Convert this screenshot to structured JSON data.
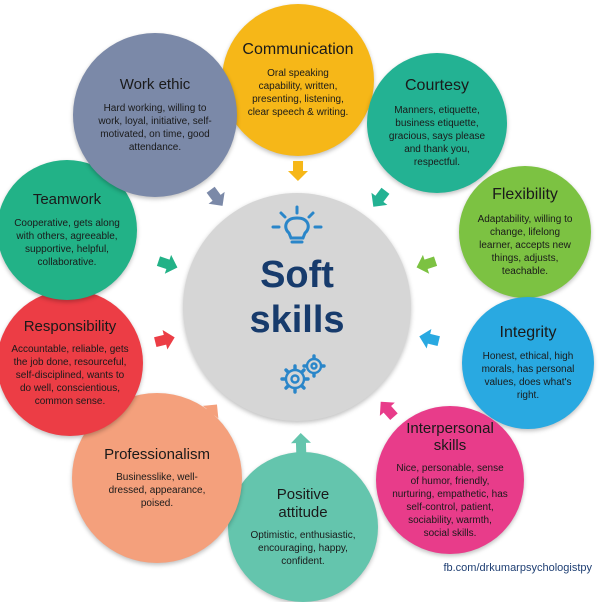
{
  "center": {
    "line1": "Soft",
    "line2": "skills",
    "icons": [
      "lightbulb-icon",
      "gears-icon"
    ],
    "color": "#d6d6d6",
    "text_color": "#173b6c",
    "icon_color": "#2a86c9"
  },
  "skills": [
    {
      "key": "communication",
      "title": "Communication",
      "lines": [
        "Oral speaking",
        "capability, written,",
        "presenting, listening,",
        "clear speech & writing."
      ],
      "color": "#f6b718"
    },
    {
      "key": "courtesy",
      "title": "Courtesy",
      "lines": [
        "Manners, etiquette,",
        "business etiquette,",
        "gracious, says please",
        "and thank you,",
        "respectful."
      ],
      "color": "#23b293"
    },
    {
      "key": "flexibility",
      "title": "Flexibility",
      "lines": [
        "Adaptability, willing to",
        "change, lifelong",
        "learner, accepts new",
        "things, adjusts,",
        "teachable."
      ],
      "color": "#7cc242"
    },
    {
      "key": "integrity",
      "title": "Integrity",
      "lines": [
        "Honest, ethical, high",
        "morals, has personal",
        "values, does what's",
        "right."
      ],
      "color": "#29a9e1"
    },
    {
      "key": "interpersonal",
      "title": "Interpersonal skills",
      "lines": [
        "Nice, personable, sense",
        "of humor, friendly,",
        "nurturing, empathetic, has",
        "self-control, patient,",
        "sociability, warmth,",
        "social skills."
      ],
      "color": "#e83c8a"
    },
    {
      "key": "positive",
      "title": "Positive attitude",
      "lines": [
        "Optimistic, enthusiastic,",
        "encouraging, happy,",
        "confident."
      ],
      "color": "#64c5ad"
    },
    {
      "key": "professionalism",
      "title": "Professionalism",
      "lines": [
        "Businesslike, well-",
        "dressed, appearance,",
        "poised."
      ],
      "color": "#f4a07c"
    },
    {
      "key": "responsibility",
      "title": "Responsibility",
      "lines": [
        "Accountable, reliable, gets",
        "the job done, resourceful,",
        "self-disciplined, wants to",
        "do well, conscientious,",
        "common sense."
      ],
      "color": "#ec3d45"
    },
    {
      "key": "teamwork",
      "title": "Teamwork",
      "lines": [
        "Cooperative, gets along",
        "with others, agreeable,",
        "supportive, helpful,",
        "collaborative."
      ],
      "color": "#22b287"
    },
    {
      "key": "work_ethic",
      "title": "Work ethic",
      "lines": [
        "Hard working, willing to",
        "work, loyal, initiative, self-",
        "motivated, on time, good",
        "attendance."
      ],
      "color": "#7b89a8"
    }
  ],
  "footer": {
    "credit": "fb.com/drkumarpsychologistpy"
  }
}
